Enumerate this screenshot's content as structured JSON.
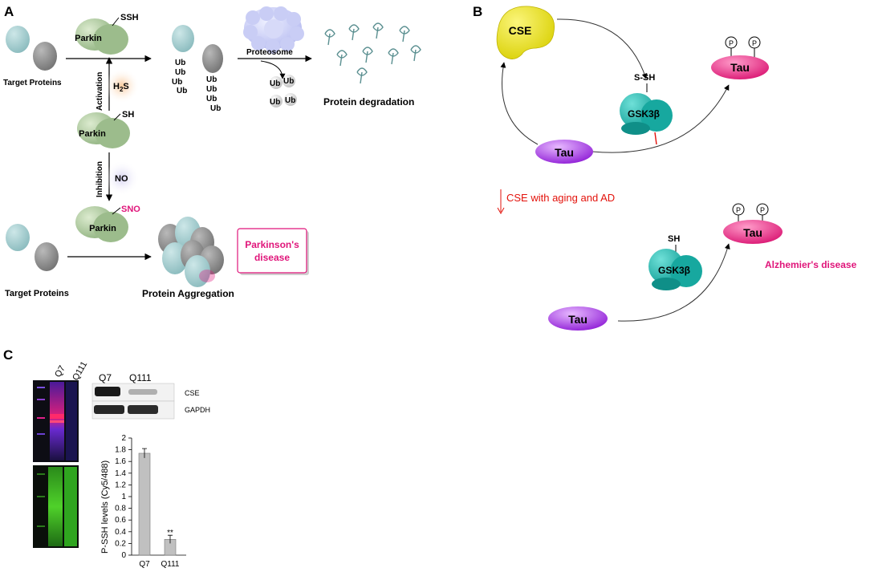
{
  "panel_a": {
    "letter": "A",
    "target_proteins_top": "Target Proteins",
    "target_proteins_bottom": "Target Proteins",
    "parkin_top": "Parkin",
    "ssh": "SSH",
    "parkin_mid": "Parkin",
    "sh": "SH",
    "parkin_bottom": "Parkin",
    "sno": "SNO",
    "activation": "Activation",
    "h2s_main": "H",
    "h2s_sub": "2",
    "h2s_tail": "S",
    "inhibition": "Inhibition",
    "no": "NO",
    "ub": "Ub",
    "proteosome": "Proteosome",
    "protein_degradation": "Protein degradation",
    "protein_aggregation": "Protein Aggregation",
    "parkinsons_line1": "Parkinson's",
    "parkinsons_line2": "disease"
  },
  "panel_b": {
    "letter": "B",
    "cse": "CSE",
    "s_sh": "S-SH",
    "gsk3b_top": "GSK3β",
    "tau_top_right": "Tau",
    "tau_top_left": "Tau",
    "phospho": "P",
    "cse_aging": "CSE with aging and AD",
    "sh": "SH",
    "gsk3b_bottom": "GSK3β",
    "tau_bottom_right": "Tau",
    "tau_bottom_left": "Tau",
    "alzheimers": "Alzhemier's disease"
  },
  "panel_c": {
    "letter": "C",
    "gel_q7": "Q7",
    "gel_q111": "Q111",
    "blot_q7": "Q7",
    "blot_q111": "Q111",
    "cse_label": "CSE",
    "gapdh_label": "GAPDH",
    "significance": "**"
  },
  "chart_data": {
    "type": "bar",
    "categories": [
      "Q7",
      "Q111"
    ],
    "values": [
      1.74,
      0.27
    ],
    "errors": [
      0.08,
      0.07
    ],
    "ylabel": "P-SSH levels (Cy5/488)",
    "ylim": [
      0,
      2
    ],
    "yticks": [
      "0",
      "0.2",
      "0.4",
      "0.6",
      "0.8",
      "1",
      "1.2",
      "1.4",
      "1.6",
      "1.8",
      "2"
    ],
    "bar_color": "#c0c0c0",
    "grid": false
  },
  "colors": {
    "parkin": "#a9c79a",
    "target_protein_teal": "#9fc9cc",
    "target_protein_gray": "#8a8a8a",
    "proteosome": "#c9cdf5",
    "pink_text": "#e0157a",
    "red_text": "#e3120b",
    "cse_yellow": "#f2ea00",
    "gsk3b_teal": "#1fb5ad",
    "tau_pink": "#e8157d",
    "tau_purple": "#9a1ee0"
  }
}
